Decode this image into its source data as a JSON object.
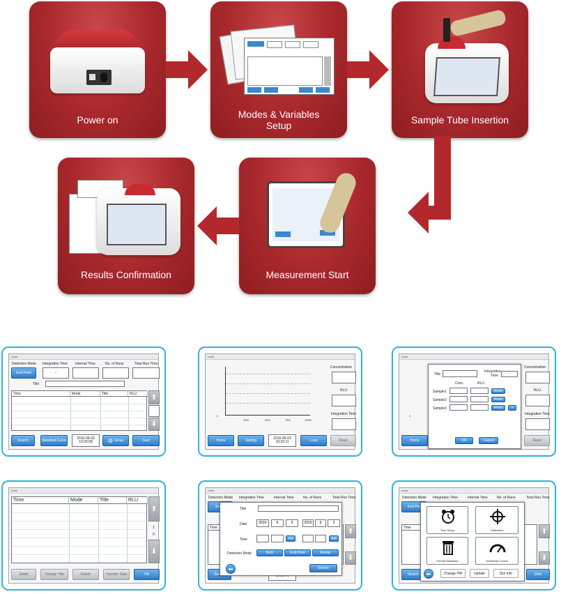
{
  "workflow": [
    {
      "label": "Power on"
    },
    {
      "label": "Modes & Variables\nSetup"
    },
    {
      "label": "Sample Tube Insertion"
    },
    {
      "label": "Measurement Start"
    },
    {
      "label": "Results Confirmation"
    }
  ],
  "colors": {
    "tile_red": "#a8282c",
    "panel_border": "#2bb5d6",
    "button_blue": "#2e7cc8"
  },
  "app": {
    "title": "Lumi"
  },
  "screen1": {
    "headers": [
      "Detection Mode",
      "Integration Time",
      "Internal Time",
      "No. of Runs",
      "Total Run Time"
    ],
    "mode_button": "End Point",
    "integration_value": "-",
    "title_label": "Title",
    "columns": [
      "Time",
      "Mode",
      "Title",
      "RLU"
    ],
    "search": "Search",
    "standard_curve": "Standard Curve",
    "date": "2016-06-03",
    "time": "10:20:08",
    "setup": "Setup",
    "start": "Start"
  },
  "screen2": {
    "concentration": "Concentration",
    "rlu": "RLU",
    "integration_time": "Integration Time",
    "ticks": [
      "0",
      "25%",
      "50%",
      "75%",
      "100%"
    ],
    "home": "Home",
    "setting": "Setting",
    "date": "2016-06-03",
    "time": "10:32:11",
    "load": "Load",
    "read": "Read"
  },
  "screen3": {
    "title_label": "Title",
    "integration_label": "Integration Time",
    "integration_value": "-",
    "conc": "Conc.",
    "rlu": "RLU",
    "samples": [
      "Sample1",
      "Sample2",
      "Sample3"
    ],
    "read": "Read",
    "plus": "+",
    "ok": "OK",
    "cancel": "Cancel",
    "bg_concentration": "Concentration",
    "bg_rlu": "RLU",
    "bg_integration": "Integration Time",
    "bg_home": "Home",
    "bg_read": "Read",
    "bg_zero": "0"
  },
  "screen4": {
    "columns": [
      "Time",
      "Mode",
      "Title",
      "RLU"
    ],
    "page_num": "1",
    "page_total": "0",
    "detail": "Detail",
    "change_title": "Change Title",
    "delete": "Delete",
    "transfer": "Transfer Data",
    "ok": "OK"
  },
  "screen5": {
    "headers": [
      "Detection Mode",
      "Integration Time",
      "Interval Time",
      "No. of Runs",
      "Total Run Time"
    ],
    "bg_mode": "End P",
    "bg_col": "Time",
    "title_label": "Title",
    "date_label": "Date",
    "time_label": "Time",
    "date_from": {
      "year": "2016",
      "month": "6",
      "day": "3"
    },
    "date_to": {
      "year": "2016",
      "month": "6",
      "day": "3"
    },
    "ampm": "AM",
    "detection_mode_label": "Detection Mode",
    "modes": [
      "Both",
      "End Point",
      "Kinetic"
    ],
    "search": "Search",
    "bg_search": "Search",
    "bg_time": "10:29:41"
  },
  "screen6": {
    "headers": [
      "Detection Mode",
      "Integration Time",
      "Interval Time",
      "No. of Runs",
      "Total Run Time"
    ],
    "bg_mode": "End Poi",
    "bg_col": "Time",
    "tiles": [
      "Time Setup",
      "Calibration",
      "Format Database",
      "Sensitivity Control"
    ],
    "change_pw": "Change PW",
    "update": "Update",
    "sys_info": "Sys Info",
    "bg_search": "Search",
    "bg_start": "Start"
  }
}
